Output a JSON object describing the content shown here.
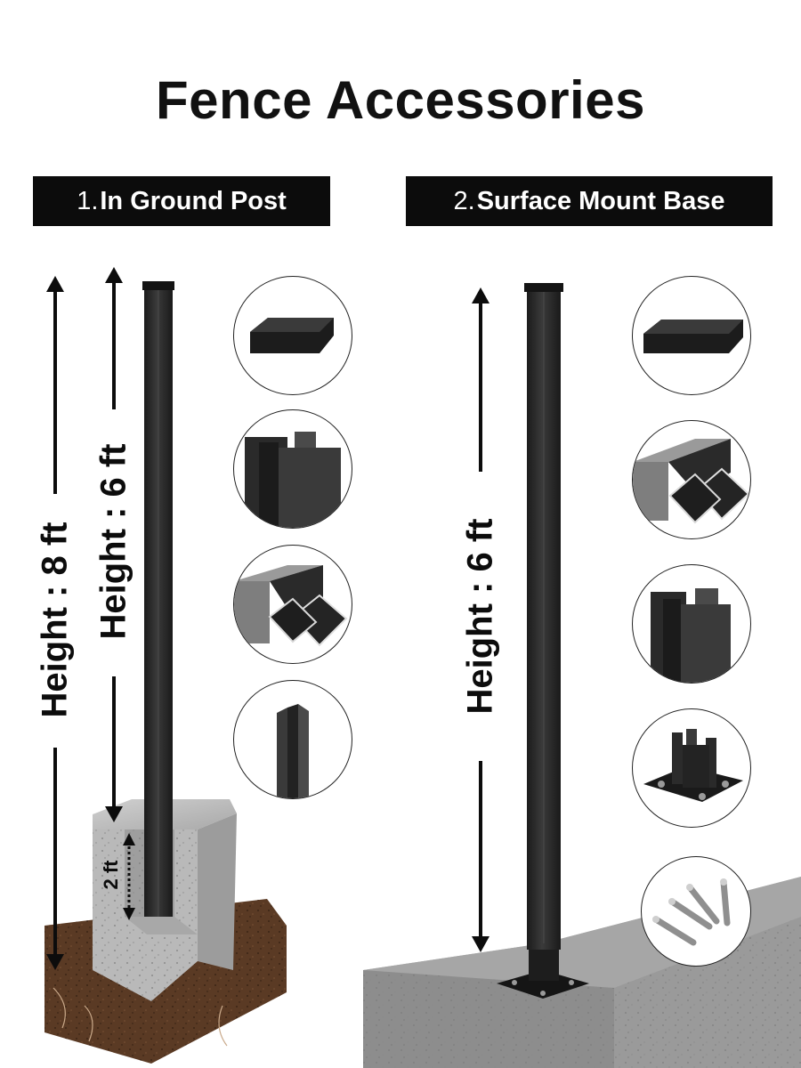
{
  "page": {
    "title": "Fence Accessories",
    "text_color": "#111111",
    "label_bg": "#0c0c0c",
    "label_text_color": "#ffffff",
    "post_color": "#222222"
  },
  "sections": [
    {
      "number": "1.",
      "label": "In Ground Post",
      "height_outer": "Height : 8 ft",
      "height_inner": "Height : 6 ft",
      "depth": "2 ft",
      "accessories": [
        "post-cap-icon",
        "post-profile-icon",
        "post-section-icon",
        "u-channel-icon"
      ]
    },
    {
      "number": "2.",
      "label": "Surface Mount Base",
      "height": "Height : 6 ft",
      "accessories": [
        "post-cap-icon",
        "post-section-icon",
        "post-profile-icon",
        "base-plate-icon",
        "anchor-bolts-icon"
      ]
    }
  ]
}
